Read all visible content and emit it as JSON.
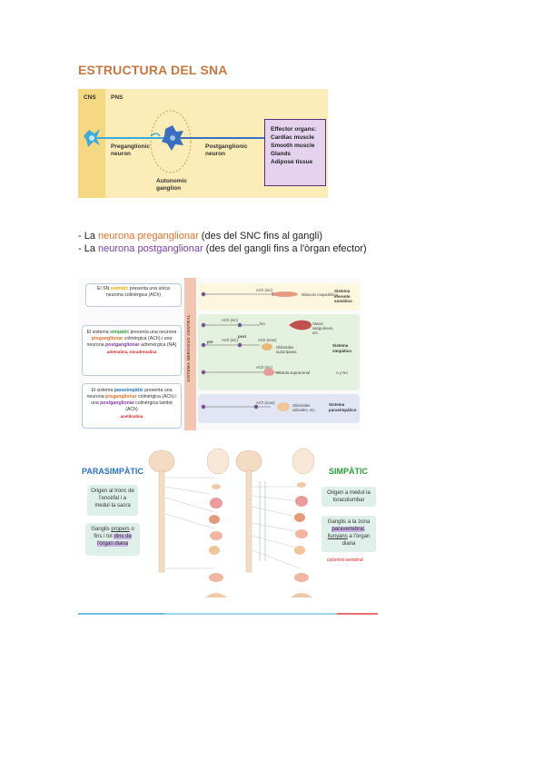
{
  "title": "ESTRUCTURA DEL SNA",
  "figure1": {
    "cns": "CNS",
    "pns": "PNS",
    "preganglionic": "Preganglionic neuron",
    "postganglionic": "Postganglionic neuron",
    "autonomic": "Autonomic ganglion",
    "effector_title": "Effector organs:",
    "effector_items": [
      "Cardiac muscle",
      "Smooth muscle",
      "Glands",
      "Adipose tissue"
    ]
  },
  "lines": [
    {
      "prefix": "- La ",
      "keyword_a": "neurona",
      "keyword_b": "preganglionar",
      "suffix": " (des del SNC fins al gangli)"
    },
    {
      "prefix": "- La ",
      "keyword_a": "neurona",
      "keyword_b": "postganglionar",
      "suffix": " (des del gangli fins a l'òrgan efector)"
    }
  ],
  "figure2": {
    "box1": {
      "t1": "El SN ",
      "k": "somàtic",
      "t2": " presenta una única neurona colinèrgica (ACh)"
    },
    "box2": {
      "t1": "El sistema ",
      "k1": "simpàtic",
      "t2": " presenta una neurona ",
      "k2": "preganglionar",
      "t3": " colinèrgica (ACh) i una neurona ",
      "k3": "postganglionar",
      "t4": " adrenèrgica (NA)",
      "red": "adrenalina, noradrenalina"
    },
    "box3": {
      "t1": "El sistema ",
      "k1": "parasimpàtic",
      "t2": " presenta una neurona ",
      "k2": "preganglionar",
      "t3": " colinèrgica (ACh) i una ",
      "k3": "postganglionar",
      "t4": " colinèrgica també (ACh)",
      "red": "acetilcolina"
    },
    "vertical": "SISTEMA NERVIOSO CENTRAL",
    "ach_nic": "ACh (nic)",
    "ach_mus": "ACh (mus)",
    "na": "NA",
    "pre": "pre",
    "post": "post",
    "row1_target": "Músculo esquelético",
    "row1_system": "Sistema eferente somático",
    "row2_targets": [
      "Vasos sanguíneos, etc.",
      "Glándulas sudoríparas",
      "Médula suprarrenal",
      "A y NA"
    ],
    "row2_system": "Sistema simpático",
    "row3_target": "Glándulas salivales, etc.",
    "row3_system": "Sistema parasimpático",
    "colors": {
      "somatic": "#e3b100",
      "sympathetic": "#2f9d3b",
      "parasympathetic": "#2b73c4"
    }
  },
  "figure3": {
    "left_title": "PARASIMPÀTIC",
    "right_title": "SIMPÀTIC",
    "left_box1": "Origen al tronc de l'encèfal i a medul·la sacra",
    "left_box2_a": "Ganglis ",
    "left_box2_b": "propers",
    "left_box2_c": " o fins i tot ",
    "left_box2_d": "dins de l'òrgan diana",
    "right_box1": "Origen a medul·la toracolumbar",
    "right_box2_a": "Ganglis a la zona ",
    "right_box2_b": "paravertebral",
    "right_box2_c": ", ",
    "right_box2_d": "llunyans",
    "right_box2_e": " a l'òrgan diana",
    "right_red": "columna vertebral"
  }
}
